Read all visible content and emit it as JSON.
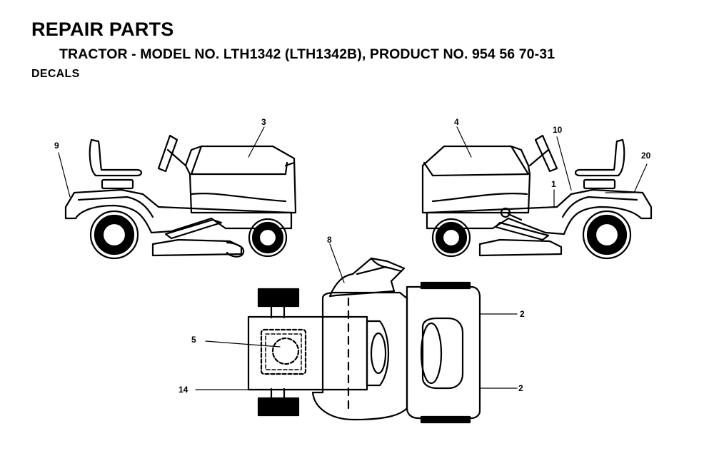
{
  "header": {
    "title": "REPAIR PARTS",
    "subtitle": "TRACTOR - MODEL NO. LTH1342 (LTH1342B), PRODUCT NO. 954 56 70-31",
    "section": "DECALS"
  },
  "callouts": {
    "c3": "3",
    "c9": "9",
    "c4": "4",
    "c10": "10",
    "c20": "20",
    "c1": "1",
    "c8": "8",
    "c5": "5",
    "c14": "14",
    "c2a": "2",
    "c2b": "2"
  }
}
